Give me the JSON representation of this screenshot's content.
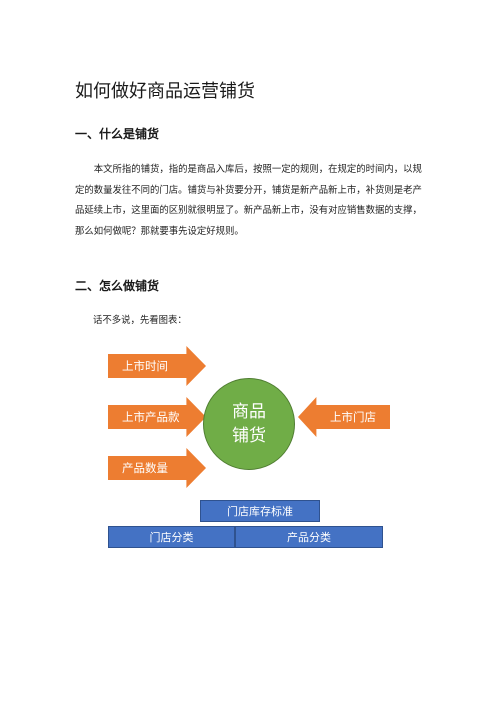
{
  "document": {
    "title": "如何做好商品运营铺货",
    "section1_heading": "一、什么是铺货",
    "section1_paragraph": "本文所指的铺货，指的是商品入库后，按照一定的规则，在规定的时间内，以规定的数量发往不同的门店。铺货与补货要分开，铺货是新产品新上市，补货则是老产品延续上市，这里面的区别就很明显了。新产品新上市，没有对应销售数据的支撑，那么如何做呢？那就要事先设定好规则。",
    "section2_heading": "二、怎么做铺货",
    "section2_intro": "话不多说，先看图表："
  },
  "diagram": {
    "colors": {
      "arrow": "#ed7d31",
      "center": "#70ad47",
      "bar": "#4472c4"
    },
    "left_arrows": [
      "上市时间",
      "上市产品款",
      "产品数量"
    ],
    "right_arrow": "上市门店",
    "center_line1": "商品",
    "center_line2": "铺货",
    "stock_standard": "门店库存标准",
    "store_category": "门店分类",
    "product_category": "产品分类"
  }
}
